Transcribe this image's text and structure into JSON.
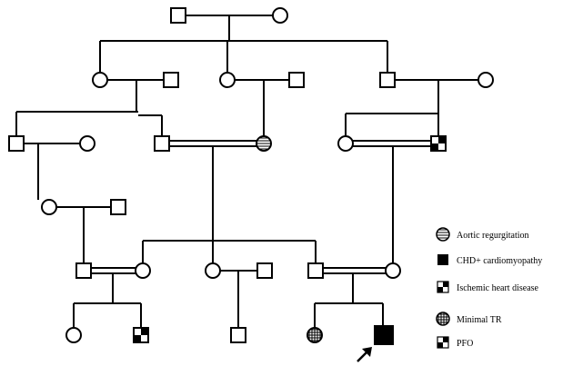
{
  "legend": {
    "aortic_regurgitation": "Aortic regurgitation",
    "chd_cardiomyopathy": "CHD+ cardiomyopathy",
    "ischemic_heart_disease": "Ischemic heart disease",
    "minimal_tr": "Minimal TR",
    "pfo": "PFO"
  }
}
